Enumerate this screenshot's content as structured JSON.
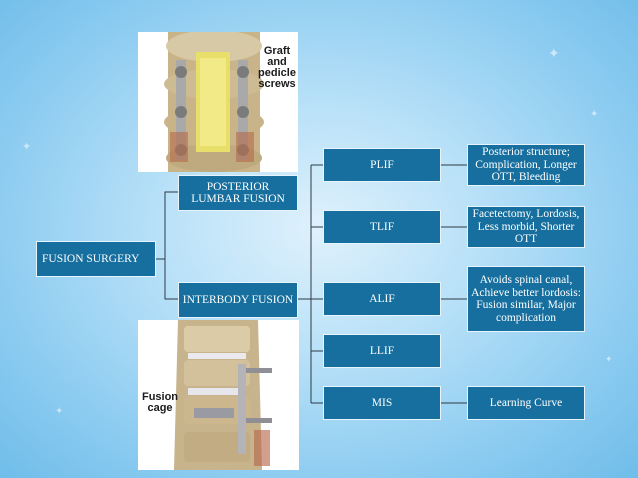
{
  "diagram": {
    "root": "FUSION SURGERY",
    "branches": {
      "posterior": "POSTERIOR LUMBAR FUSION",
      "interbody": "INTERBODY FUSION"
    },
    "techniques": [
      {
        "name": "PLIF",
        "note": "Posterior structure; Complication, Longer OTT, Bleeding"
      },
      {
        "name": "TLIF",
        "note": "Facetectomy, Lordosis, Less morbid, Shorter OTT"
      },
      {
        "name": "ALIF",
        "note": "Avoids spinal canal, Achieve better lordosis: Fusion similar,  Major complication"
      },
      {
        "name": "LLIF",
        "note": ""
      },
      {
        "name": "MIS",
        "note": "Learning Curve"
      }
    ]
  },
  "images": {
    "top_label": [
      "Graft",
      "and",
      "pedicle",
      "screws"
    ],
    "bottom_label": [
      "Fusion",
      "cage"
    ]
  },
  "colors": {
    "box_fill": "#166f9e",
    "box_border": "#e8f4fb",
    "connector": "#2d3a44",
    "background": "#9fd5f3"
  }
}
